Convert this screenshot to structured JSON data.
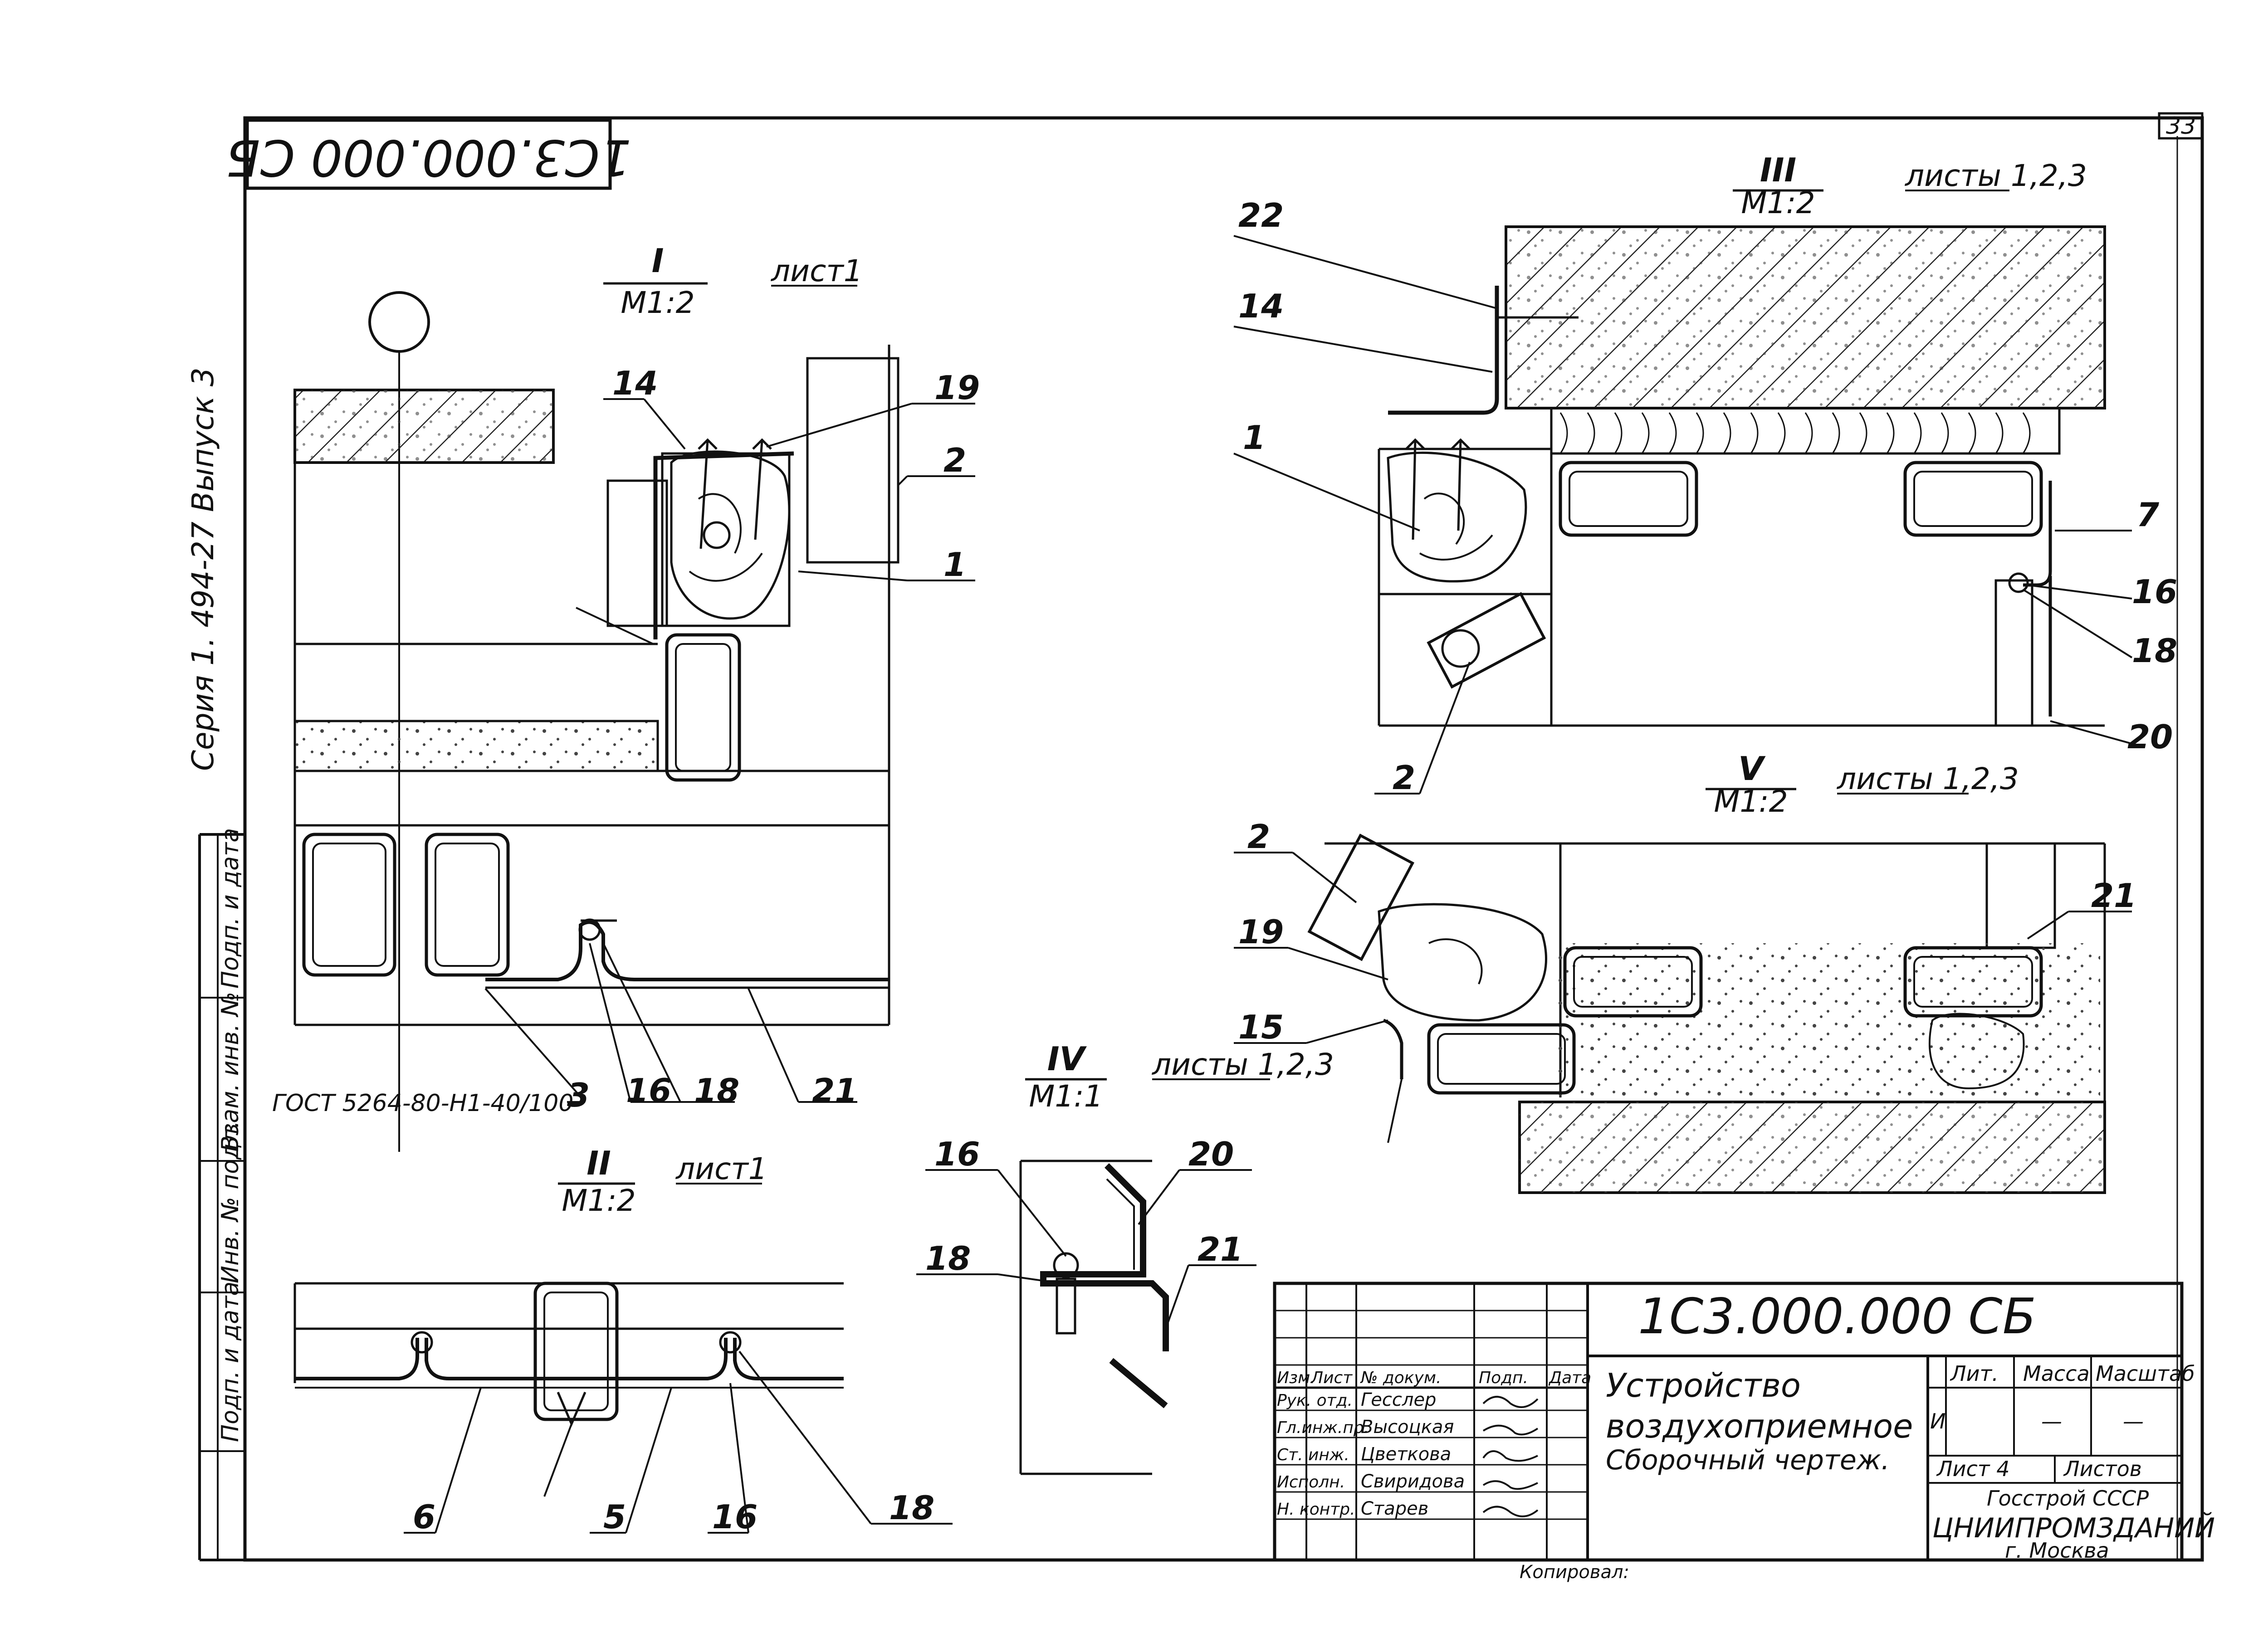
{
  "sheet": {
    "stamp_rotated": "1С3.000.000 СБ",
    "corner_sheet_no": "33",
    "series_vertical": "Серия  1. 494-27     Выпуск 3",
    "left_strip": [
      "Подп. и дата",
      "Взам. инв. №",
      "Инв. № подл.",
      "Подп. и дата"
    ],
    "bottom_copied": "Копировал:"
  },
  "views": {
    "I": {
      "title": "I",
      "scale": "М1:2",
      "sheets": "лист1",
      "labels": [
        "14",
        "19",
        "2",
        "1",
        "3",
        "16",
        "18",
        "21"
      ],
      "gost": "ГОСТ 5264-80-Н1-40/100-"
    },
    "II": {
      "title": "II",
      "scale": "М1:2",
      "sheets": "лист1",
      "labels": [
        "6",
        "5",
        "16",
        "18"
      ]
    },
    "III": {
      "title": "III",
      "scale": "М1:2",
      "sheets": "листы 1,2,3",
      "labels": [
        "22",
        "14",
        "1",
        "2",
        "7",
        "16",
        "18",
        "20"
      ]
    },
    "IV": {
      "title": "IV",
      "scale": "М1:1",
      "sheets": "листы 1,2,3",
      "labels": [
        "16",
        "20",
        "18",
        "21"
      ]
    },
    "V": {
      "title": "V",
      "scale": "М1:2",
      "sheets": "листы 1,2,3",
      "labels": [
        "2",
        "19",
        "15",
        "21"
      ]
    }
  },
  "title_block": {
    "doc_number": "1С3.000.000 СБ",
    "title_line1": "Устройство",
    "title_line2": "воздухоприемное",
    "title_line3": "Сборочный чертеж.",
    "cols": {
      "lit": "Лит.",
      "mass": "Масса",
      "scale": "Масштаб"
    },
    "lit_value": "И",
    "mass_value": "—",
    "scale_value": "—",
    "sheet": "Лист 4",
    "sheets": "Листов",
    "org1": "Госстрой СССР",
    "org2": "ЦНИИПРОМЗДАНИЙ",
    "org3": "г. Москва",
    "change_header": [
      "Изм.",
      "Лист",
      "№ докум.",
      "Подп.",
      "Дата"
    ],
    "rows": [
      {
        "role": "Рук. отд.",
        "name": "Гесслер"
      },
      {
        "role": "Гл.инж.пр.",
        "name": "Высоцкая"
      },
      {
        "role": "Ст. инж.",
        "name": "Цветкова"
      },
      {
        "role": "Исполн.",
        "name": "Свиридова"
      },
      {
        "role": "Н. контр.",
        "name": "Старев"
      }
    ]
  },
  "colors": {
    "ink": "#111111",
    "hatch": "#222222",
    "paper": "#ffffff"
  }
}
